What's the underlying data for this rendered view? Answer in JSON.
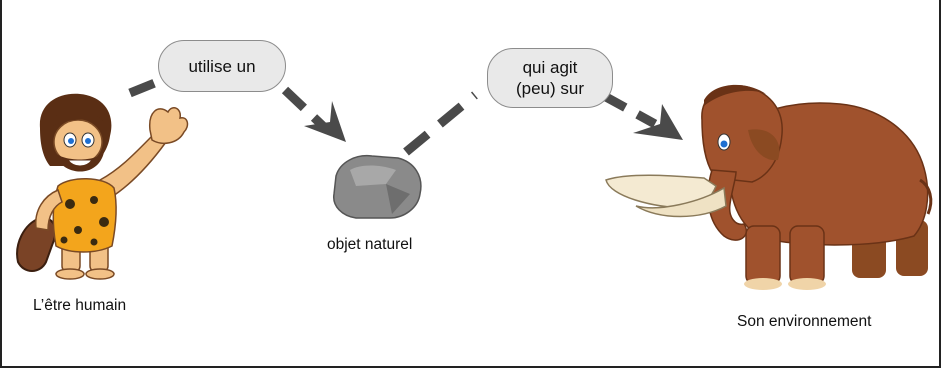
{
  "diagram": {
    "relation_1": "utilise un",
    "relation_2": "qui agit\n(peu) sur",
    "human_label": "L’être humain",
    "object_label": "objet naturel",
    "environment_label": "Son environnement"
  },
  "icons": {
    "human": "caveman-icon",
    "object": "rock-icon",
    "environment": "mammoth-icon"
  },
  "colors": {
    "bubble_fill": "#e9e9e9",
    "arrow": "#4a4a4a",
    "mammoth": "#a0522d",
    "caveman_skin": "#f2c187",
    "caveman_clothes": "#f3a51c",
    "rock": "#8a8a8a"
  }
}
